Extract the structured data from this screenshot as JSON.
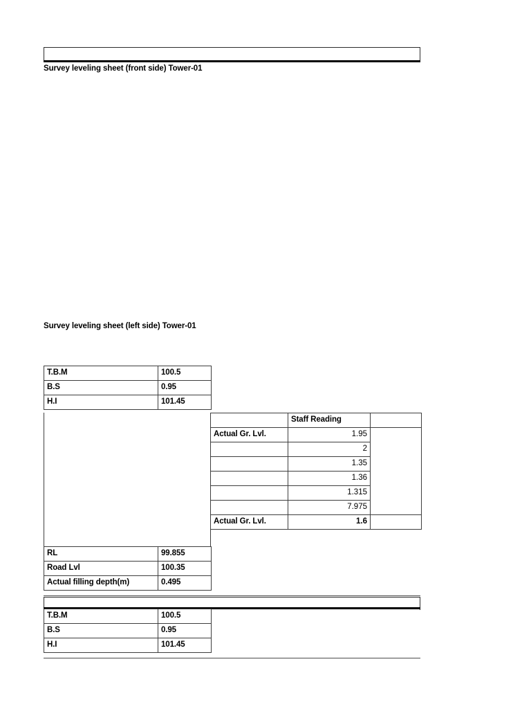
{
  "document": {
    "headings": [
      {
        "text": "Survey leveling sheet (front side) Tower-01"
      },
      {
        "text": "Survey leveling sheet (left side) Tower-01"
      }
    ],
    "section_left": {
      "setup_rows": [
        {
          "label": "T.B.M",
          "value": "100.5"
        },
        {
          "label": "B.S",
          "value": "0.95"
        },
        {
          "label": "H.I",
          "value": "101.45"
        }
      ],
      "staff_table": {
        "header": "Staff Reading",
        "rows": [
          {
            "label": "Actual Gr. Lvl.",
            "reading": "1.95"
          },
          {
            "label": "",
            "reading": "2"
          },
          {
            "label": "",
            "reading": "1.35"
          },
          {
            "label": "",
            "reading": "1.36"
          },
          {
            "label": "",
            "reading": "1.315"
          },
          {
            "label": "",
            "reading": "7.975"
          },
          {
            "label": "Actual Gr. Lvl.",
            "reading": "1.6"
          }
        ]
      },
      "result_rows": [
        {
          "label": "RL",
          "value": "99.855"
        },
        {
          "label": "Road Lvl",
          "value": "100.35"
        },
        {
          "label": "Actual filling depth(m)",
          "value": "0.495"
        }
      ]
    },
    "section_bottom": {
      "setup_rows": [
        {
          "label": "T.B.M",
          "value": "100.5"
        },
        {
          "label": "B.S",
          "value": "0.95"
        },
        {
          "label": "H.I",
          "value": "101.45"
        }
      ]
    }
  }
}
